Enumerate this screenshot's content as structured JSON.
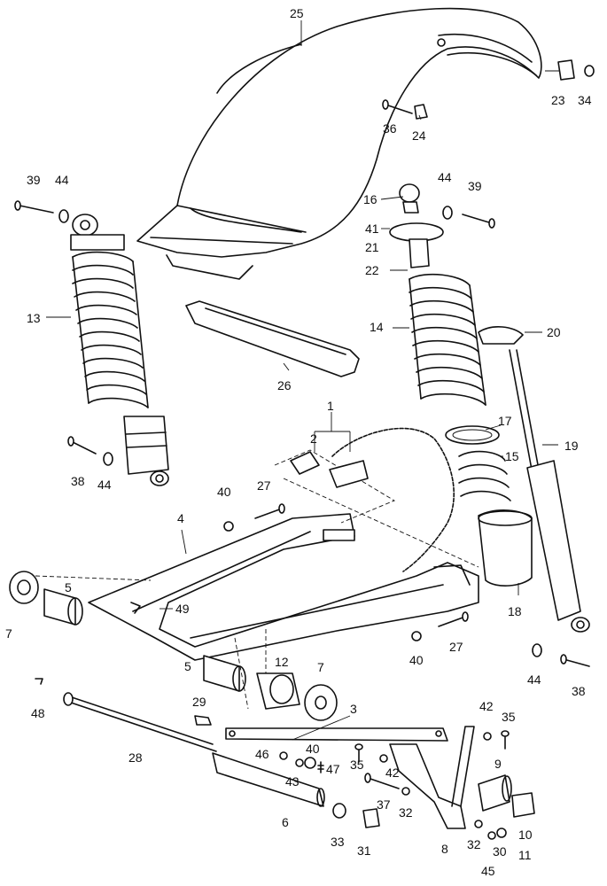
{
  "diagram": {
    "labels": {
      "p1": "1",
      "p2": "2",
      "p3": "3",
      "p4": "4",
      "p5a": "5",
      "p5b": "5",
      "p6": "6",
      "p7a": "7",
      "p7b": "7",
      "p8": "8",
      "p9": "9",
      "p10": "10",
      "p11": "11",
      "p12": "12",
      "p13": "13",
      "p14": "14",
      "p15": "15",
      "p16": "16",
      "p17": "17",
      "p18": "18",
      "p19": "19",
      "p20": "20",
      "p21": "21",
      "p22": "22",
      "p23": "23",
      "p24": "24",
      "p25": "25",
      "p26": "26",
      "p27a": "27",
      "p27b": "27",
      "p28": "28",
      "p29": "29",
      "p30": "30",
      "p31": "31",
      "p32a": "32",
      "p32b": "32",
      "p33": "33",
      "p34": "34",
      "p35a": "35",
      "p35b": "35",
      "p36": "36",
      "p37": "37",
      "p38a": "38",
      "p38b": "38",
      "p39a": "39",
      "p39b": "39",
      "p40a": "40",
      "p40b": "40",
      "p40c": "40",
      "p41": "41",
      "p42a": "42",
      "p42b": "42",
      "p43": "43",
      "p44a": "44",
      "p44b": "44",
      "p44c": "44",
      "p45": "45",
      "p46": "46",
      "p47": "47",
      "p48": "48",
      "p49": "49"
    }
  }
}
